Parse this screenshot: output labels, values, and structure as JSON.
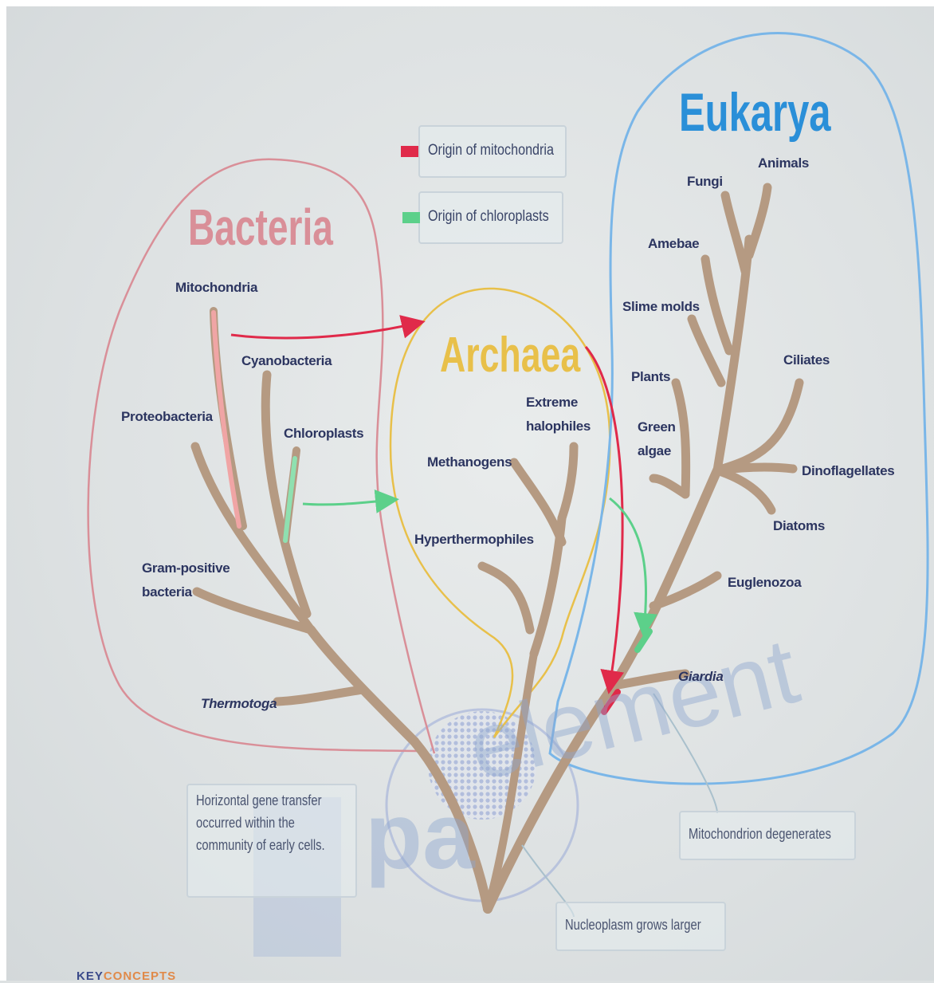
{
  "legend": {
    "mitochondria": {
      "label": "Origin of mitochondria",
      "color": "#e02a4a"
    },
    "chloroplasts": {
      "label": "Origin of chloroplasts",
      "color": "#5cd08a"
    }
  },
  "domains": {
    "bacteria": {
      "title": "Bacteria",
      "color": "#d98f98"
    },
    "archaea": {
      "title": "Archaea",
      "color": "#e8c04a"
    },
    "eukarya": {
      "title": "Eukarya",
      "color": "#2a8fd8"
    }
  },
  "bacteria_labels": {
    "mitochondria": "Mitochondria",
    "cyanobacteria": "Cyanobacteria",
    "proteobacteria": "Proteobacteria",
    "chloroplasts": "Chloroplasts",
    "gram_positive_1": "Gram-positive",
    "gram_positive_2": "bacteria",
    "thermotoga": "Thermotoga"
  },
  "archaea_labels": {
    "extreme_1": "Extreme",
    "extreme_2": "halophiles",
    "methanogens": "Methanogens",
    "hyperthermophiles": "Hyperthermophiles"
  },
  "eukarya_labels": {
    "fungi": "Fungi",
    "animals": "Animals",
    "amebae": "Amebae",
    "slime_molds": "Slime molds",
    "plants": "Plants",
    "ciliates": "Ciliates",
    "green_algae_1": "Green",
    "green_algae_2": "algae",
    "dinoflagellates": "Dinoflagellates",
    "diatoms": "Diatoms",
    "euglenozoa": "Euglenozoa",
    "giardia": "Giardia"
  },
  "notes": {
    "horizontal_gene_transfer": [
      "Horizontal gene transfer",
      "occurred within the",
      "community of early cells."
    ],
    "mitochondrion_degenerates": "Mitochondrion degenerates",
    "nucleoplasm_grows_larger": "Nucleoplasm grows larger"
  },
  "watermark": {
    "text_1": "pa",
    "text_2": "element",
    "color": "#8fa6cf"
  },
  "footer": {
    "part_1": "KEY",
    "part_2": "CONCEPTS",
    "color_1": "#3a4a8a",
    "color_2": "#e08a4a"
  },
  "branch_color": "#b59a82"
}
